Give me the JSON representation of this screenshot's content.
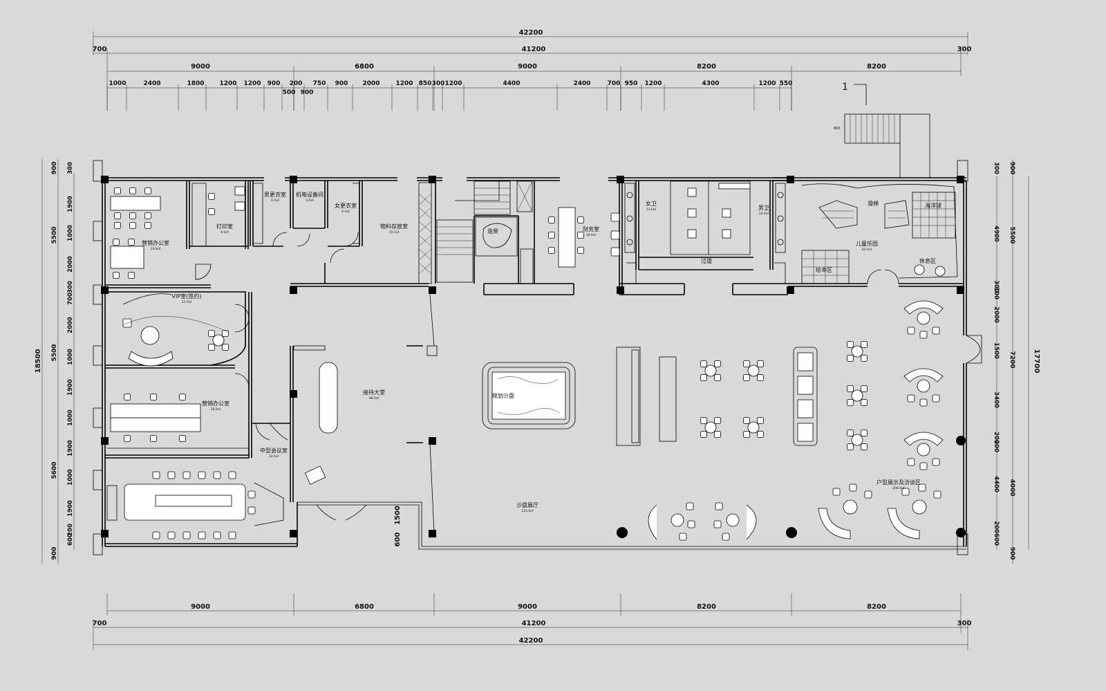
{
  "dimensions": {
    "top_total": "42200",
    "top_sub": [
      "700",
      "41200",
      "300"
    ],
    "top_bays": [
      "9000",
      "6800",
      "9000",
      "8200",
      "8200"
    ],
    "top_detail": [
      "1000",
      "2400",
      "1800",
      "1200",
      "1200",
      "900",
      "200",
      "750",
      "900",
      "2000",
      "1200",
      "850",
      "300",
      "1200",
      "4400",
      "2400",
      "700",
      "950",
      "1200",
      "4300",
      "1200",
      "550"
    ],
    "top_detail_low": [
      "500",
      "900"
    ],
    "bottom_total": "42200",
    "bottom_sub": [
      "700",
      "41200",
      "300"
    ],
    "bottom_bays": [
      "9000",
      "6800",
      "9000",
      "8200",
      "8200"
    ],
    "left_total": "18500",
    "left_bays": [
      "900",
      "5500",
      "5500",
      "5600",
      "900"
    ],
    "left_detail": [
      "300",
      "1900",
      "1000",
      "2000",
      "300",
      "700",
      "2000",
      "1000",
      "1900",
      "1000",
      "1900",
      "1000",
      "1900",
      "200",
      "600"
    ],
    "right_total": "17700",
    "right_bays": [
      "900",
      "5500",
      "7200",
      "4000",
      "900"
    ],
    "right_detail": [
      "300",
      "4900",
      "300",
      "100",
      "2000",
      "1500",
      "3400",
      "200",
      "200",
      "4400",
      "200",
      "600"
    ],
    "section_marker": "1",
    "stair_note": "800",
    "left_bottom_detail": [
      "1500",
      "600"
    ]
  },
  "rooms": [
    {
      "name": "营销办公室",
      "area": "24.8㎡"
    },
    {
      "name": "打印室",
      "area": "9.0㎡"
    },
    {
      "name": "男更衣室",
      "area": "6.0㎡"
    },
    {
      "name": "机电设备间",
      "area": "4.0㎡"
    },
    {
      "name": "女更衣室",
      "area": "6.4㎡"
    },
    {
      "name": "物料存放室",
      "area": "15.5㎡"
    },
    {
      "name": "VIP室(签约)",
      "area": "21.0㎡"
    },
    {
      "name": "营销办公室",
      "area": "36.0㎡"
    },
    {
      "name": "中型会议室",
      "area": "33.0㎡"
    },
    {
      "name": "接待大堂",
      "area": "88.0㎡"
    },
    {
      "name": "财务室",
      "area": "18.0㎡"
    },
    {
      "name": "女卫",
      "area": "12.0㎡"
    },
    {
      "name": "男卫",
      "area": "12.0㎡"
    },
    {
      "name": "过道",
      "area": ""
    },
    {
      "name": "儿童乐园",
      "area": "43.0㎡"
    },
    {
      "name": "沙盘展厅",
      "area": "110.0㎡"
    },
    {
      "name": "户型展示及洽谈区",
      "area": "208.0㎡"
    }
  ],
  "labels": {
    "slide": "滑梯",
    "ballpit": "海洋球",
    "reading": "绘本区",
    "rest": "休息区",
    "planning_sandtable": "规划沙盘",
    "landscape": "造景"
  },
  "colors": {
    "background": "#d9d9d9",
    "line": "#000000"
  }
}
